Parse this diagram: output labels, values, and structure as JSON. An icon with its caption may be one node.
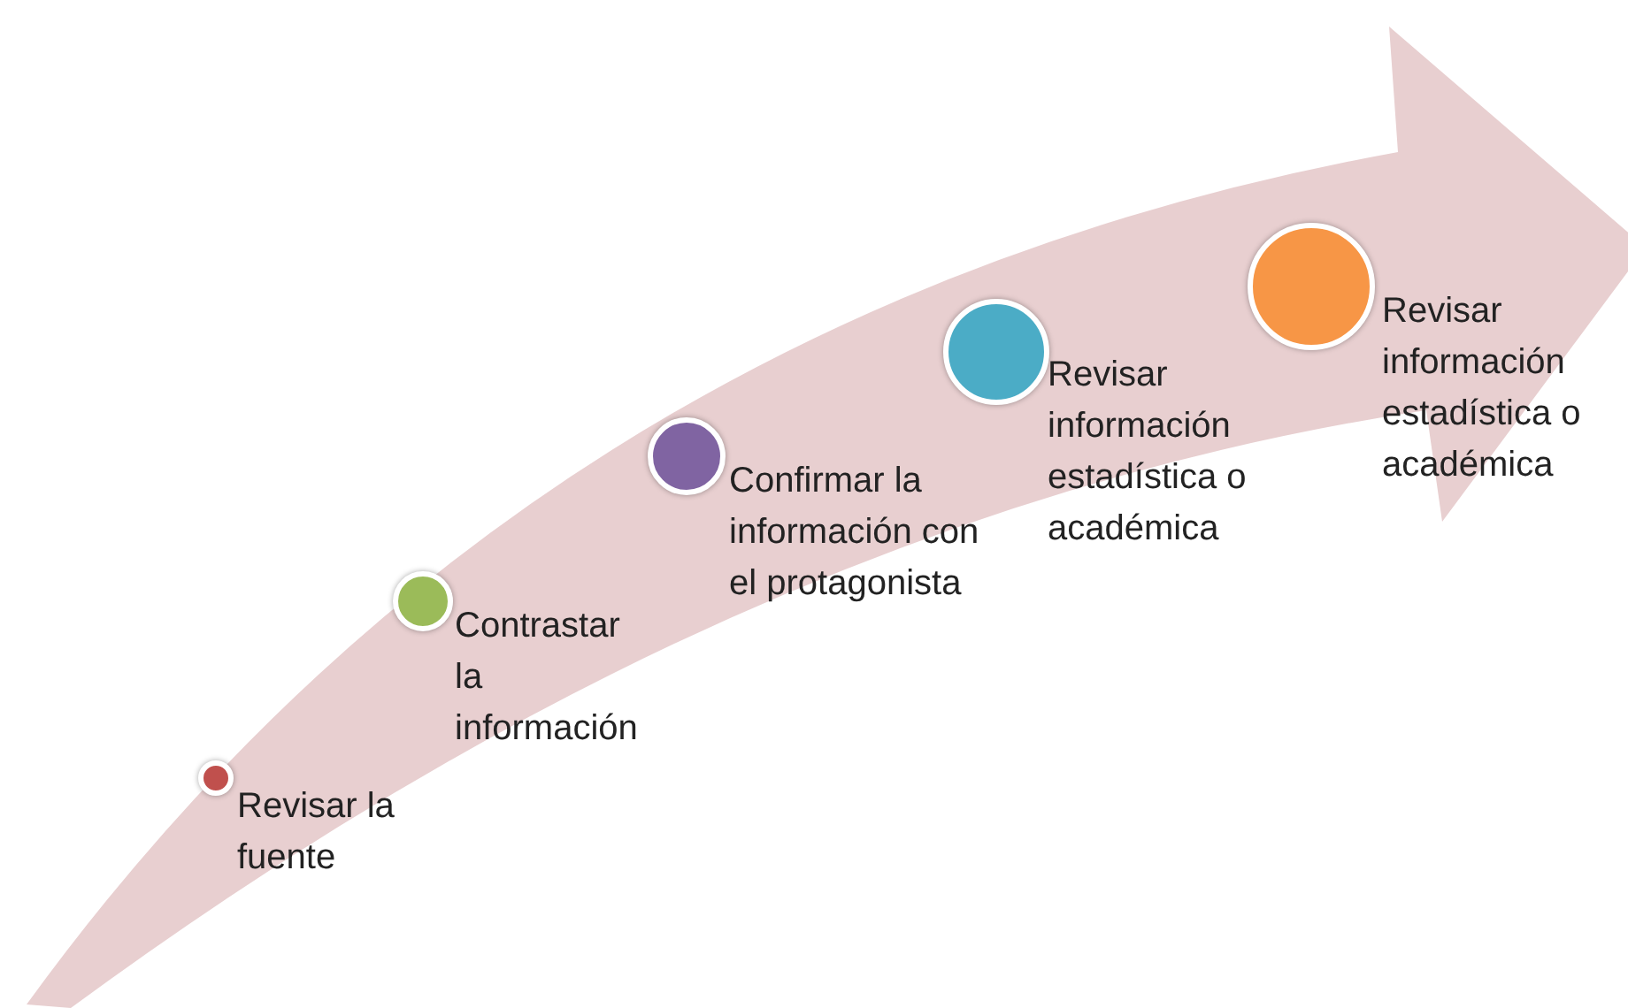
{
  "diagram": {
    "nodes": [
      {
        "text": [
          "Revisar la fuente"
        ]
      },
      {
        "text": [
          "Contrastar la información"
        ]
      },
      {
        "text": [
          "Confirmar la información con el protagonista"
        ]
      },
      {
        "text": [
          "Revisar información estadística o académica"
        ]
      },
      {
        "text": [
          "Revisar información estadística o académica"
        ]
      }
    ]
  }
}
